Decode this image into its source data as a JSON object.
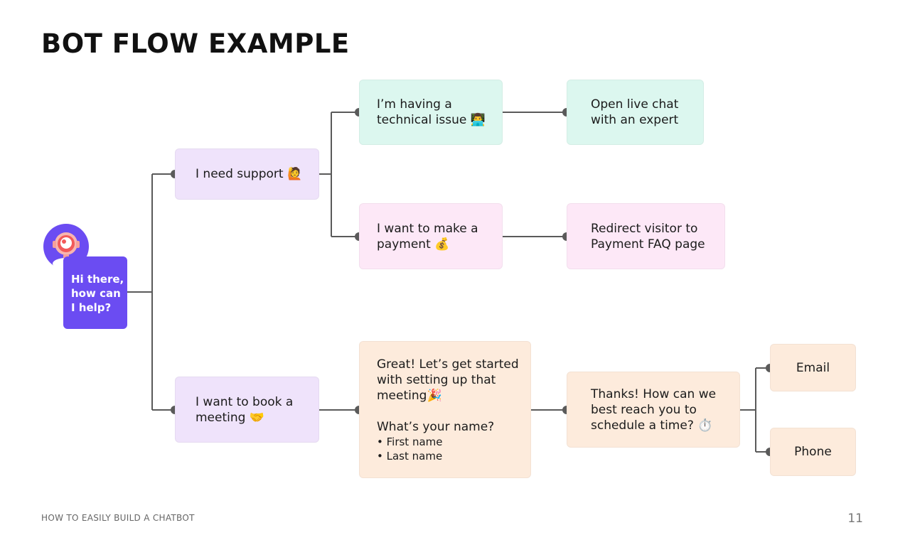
{
  "title": "BOT FLOW EXAMPLE",
  "bot": {
    "greeting_lines": [
      "Hi there,",
      "how can",
      "I help?"
    ]
  },
  "nodes": {
    "support": {
      "lines": [
        "I need support"
      ],
      "emoji": "🙋"
    },
    "tech_issue": {
      "lines": [
        "I’m having a",
        "technical issue"
      ],
      "emoji": "👨‍💻"
    },
    "live_chat": {
      "lines": [
        "Open live chat",
        "with an expert"
      ]
    },
    "payment": {
      "lines": [
        "I want to make a",
        "payment"
      ],
      "emoji": "💰"
    },
    "redirect": {
      "lines": [
        "Redirect visitor to",
        "Payment FAQ page"
      ]
    },
    "meeting": {
      "lines": [
        "I want to book a",
        "meeting"
      ],
      "emoji": "🤝"
    },
    "great": {
      "lines": [
        "Great! Let’s get started",
        "with setting up that",
        "meeting"
      ],
      "emoji": "🎉",
      "question": "What’s your name?",
      "bullets": [
        "• First name",
        "• Last name"
      ]
    },
    "thanks": {
      "lines": [
        "Thanks! How can we",
        "best reach you to",
        "schedule a time?"
      ],
      "emoji": "⏱️"
    },
    "email": {
      "label": "Email"
    },
    "phone": {
      "label": "Phone"
    }
  },
  "colors": {
    "purple": "#efe3fb",
    "green": "#dcf7ef",
    "pink": "#fde8f7",
    "peach": "#fdebdc",
    "bot": "#6b4cf2",
    "connector": "#5a5a5a"
  },
  "footer": {
    "text": "HOW TO EASILY BUILD A CHATBOT",
    "page_number": "11"
  }
}
